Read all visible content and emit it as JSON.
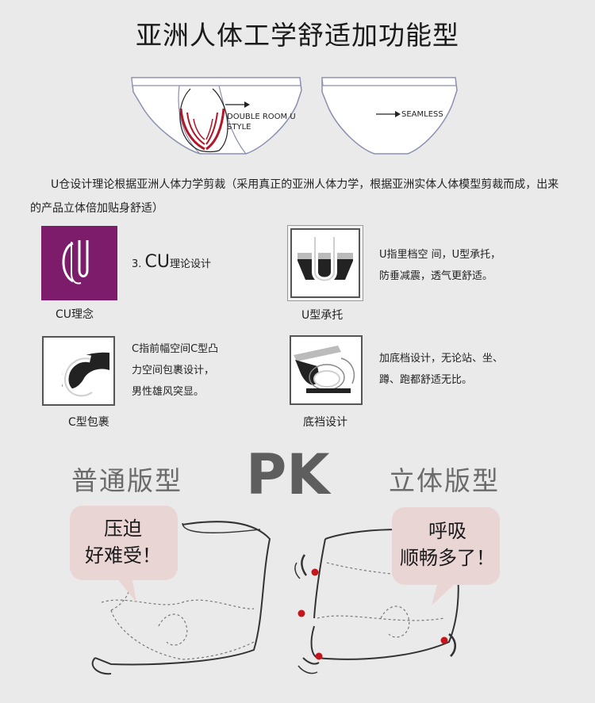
{
  "title": "亚洲人体工学舒适加功能型",
  "diagram": {
    "left_label_line1": "DOUBLE ROOM U",
    "left_label_line2": "STYLE",
    "right_label": "SEAMLESS"
  },
  "description": "U仓设计理论根据亚洲人体力学剪裁（采用真正的亚洲人体力学，根据亚洲实体人体模型剪裁而成，出来的产品立体倍加贴身舒适）",
  "features": {
    "cu": {
      "icon_text": "CU",
      "slogan_prefix": "3.",
      "slogan_cu": "CU",
      "slogan_suffix": "理论设计",
      "label": "CU理念"
    },
    "u": {
      "icon_text": "U",
      "line1": "U指里档空 间，U型承托，",
      "line2": "防垂减震，透气更舒适。",
      "label": "U型承托"
    },
    "c": {
      "icon_text": "C",
      "line1": "C指前幅空间C型凸",
      "line2": "力空间包裹设计，",
      "line3": "男性雄风突显。",
      "label": "C型包裹"
    },
    "crotch": {
      "line1": "加底档设计，无论站、坐、",
      "line2": "蹲、跑都舒适无比。",
      "label": "底裆设计"
    }
  },
  "comparison": {
    "left_title": "普通版型",
    "pk": "PK",
    "right_title": "立体版型",
    "left_bubble_line1": "压迫",
    "left_bubble_line2": "好难受！",
    "right_bubble_line1": "呼吸",
    "right_bubble_line2": "顺畅多了！"
  },
  "colors": {
    "background": "#eaeaea",
    "cu_icon_bg": "#7d1c6a",
    "accent_red": "#b0182a",
    "bubble_fill": "#ead5d5",
    "dot_red": "#c4161c"
  }
}
